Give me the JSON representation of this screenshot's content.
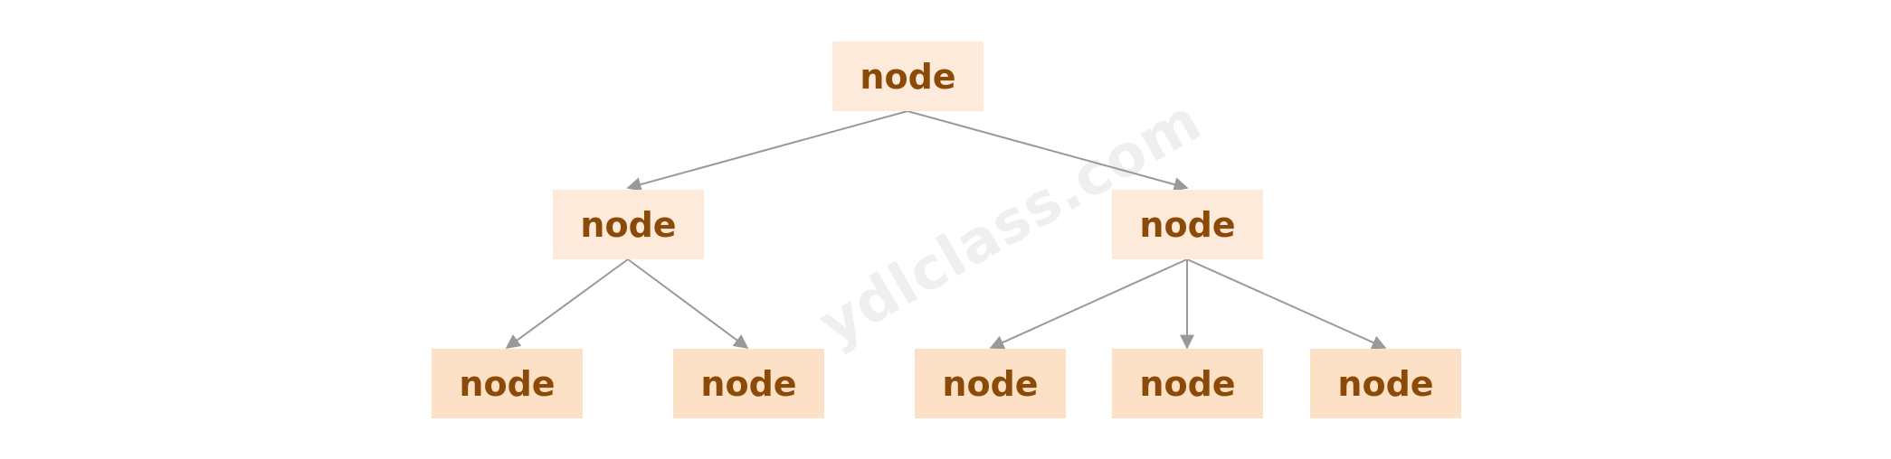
{
  "watermark": "ydlclass.com",
  "colors": {
    "text": "#8b4a08",
    "box_light": "#fdeadb",
    "box_mid": "#fde1c7",
    "edge": "#999999",
    "watermark": "#efefef"
  },
  "tree": {
    "root": {
      "label": "node"
    },
    "level1": [
      {
        "label": "node"
      },
      {
        "label": "node"
      }
    ],
    "level2": [
      {
        "label": "node"
      },
      {
        "label": "node"
      },
      {
        "label": "node"
      },
      {
        "label": "node"
      },
      {
        "label": "node"
      }
    ]
  }
}
